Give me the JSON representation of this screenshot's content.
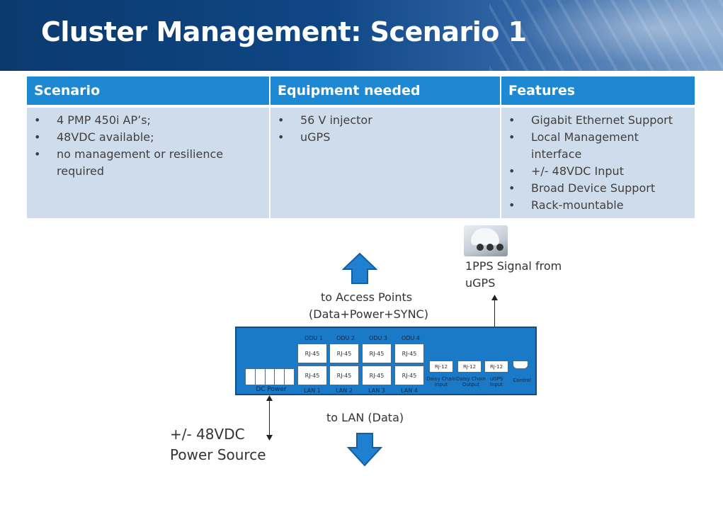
{
  "header": {
    "title": "Cluster Management: Scenario 1"
  },
  "table": {
    "headers": [
      "Scenario",
      "Equipment needed",
      "Features"
    ],
    "scenario_items": [
      "4 PMP 450i AP’s;",
      "48VDC available;",
      "no management or resilience required"
    ],
    "equipment_items": [
      "56 V injector",
      "uGPS"
    ],
    "feature_items": [
      "Gigabit Ethernet Support",
      "Local Management interface",
      "+/- 48VDC Input",
      "Broad Device Support",
      "Rack-mountable"
    ]
  },
  "diagram": {
    "up_label_1": "to Access Points",
    "up_label_2": "(Data+Power+SYNC)",
    "ugps_label_1": "1PPS Signal from",
    "ugps_label_2": "uGPS",
    "lan_label": "to LAN (Data)",
    "power_label_1": "+/- 48VDC",
    "power_label_2": "Power Source",
    "panel": {
      "odu_labels": [
        "ODU 1",
        "ODU 2",
        "ODU 3",
        "ODU 4"
      ],
      "lan_labels": [
        "LAN 1",
        "LAN 2",
        "LAN 3",
        "LAN 4"
      ],
      "rj45": "RJ-45",
      "rj12": "RJ-12",
      "dc_power": "DC Power",
      "daisy_in_1": "Daisy Chain",
      "daisy_in_2": "Input",
      "daisy_out_1": "Daisy Chain",
      "daisy_out_2": "Output",
      "ugps_in_1": "uGPS",
      "ugps_in_2": "Input",
      "control": "Control"
    },
    "colors": {
      "arrow": "#1f7fd0",
      "panel": "#1a7ac8",
      "header": "#1f88d3",
      "cell": "#cfdcec"
    }
  }
}
